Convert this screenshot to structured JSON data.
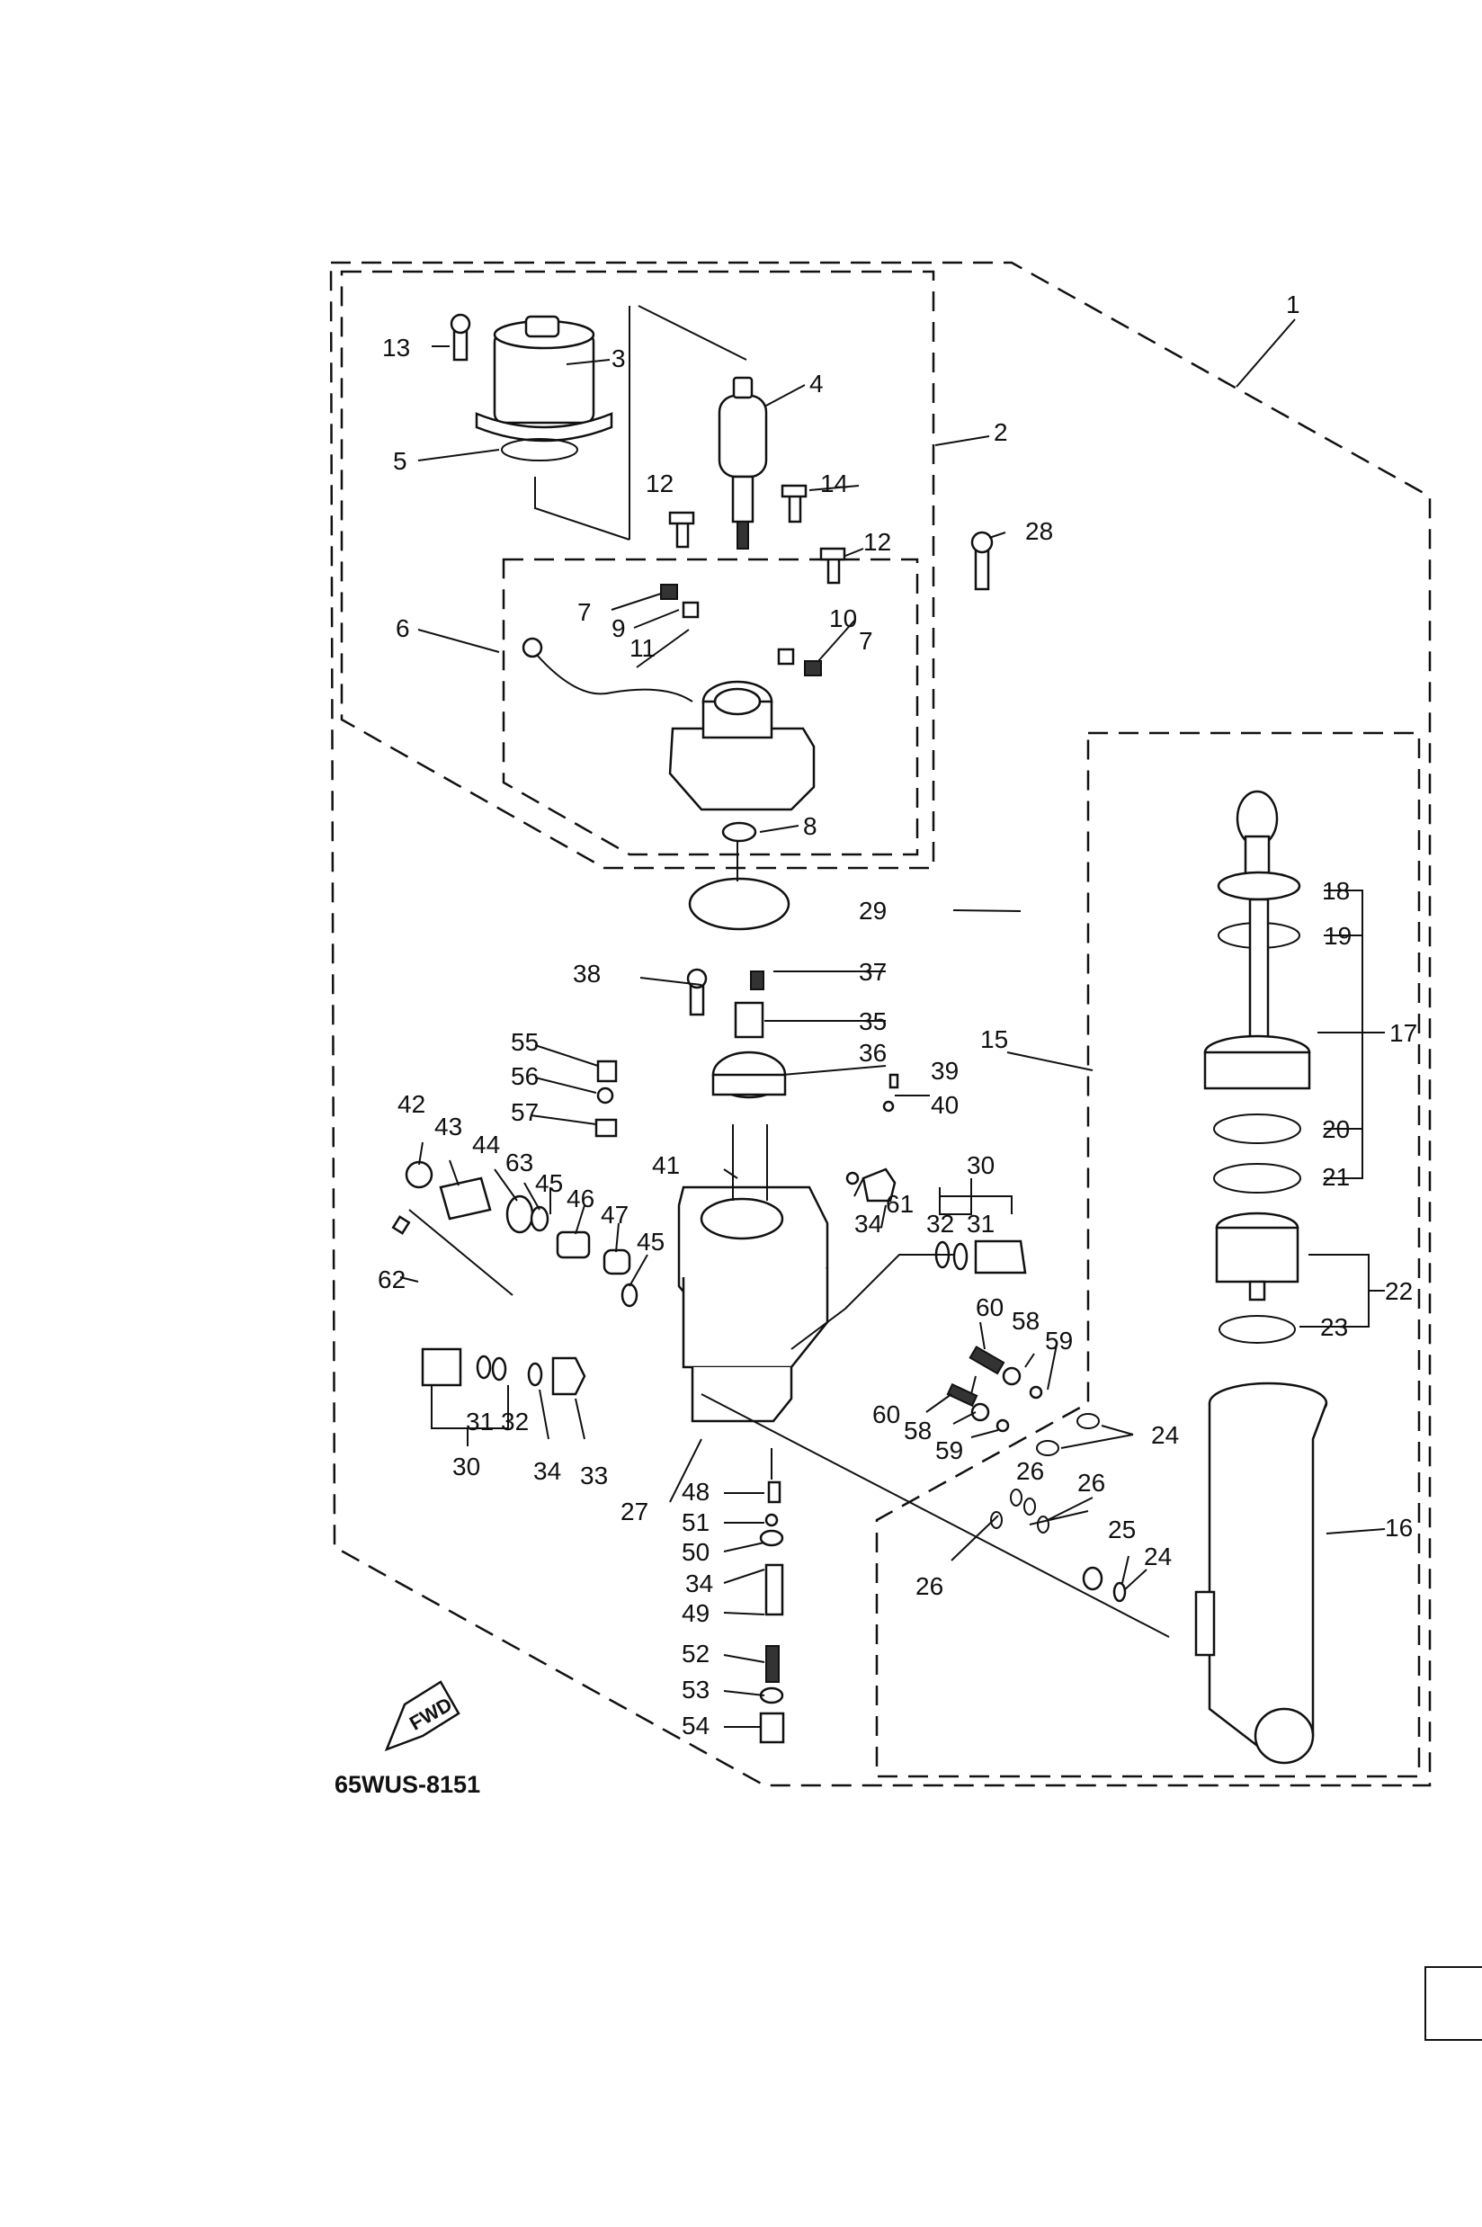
{
  "diagram": {
    "code": "65WUS-8151",
    "fwd_label": "FWD"
  },
  "labels": {
    "l1": "1",
    "l2": "2",
    "l3": "3",
    "l4": "4",
    "l5": "5",
    "l6": "6",
    "l7a": "7",
    "l7b": "7",
    "l8": "8",
    "l9": "9",
    "l10": "10",
    "l11": "11",
    "l12a": "12",
    "l12b": "12",
    "l13": "13",
    "l14": "14",
    "l15": "15",
    "l16": "16",
    "l17": "17",
    "l18": "18",
    "l19": "19",
    "l20": "20",
    "l21": "21",
    "l22": "22",
    "l23": "23",
    "l24a": "24",
    "l24b": "24",
    "l25": "25",
    "l26a": "26",
    "l26b": "26",
    "l26c": "26",
    "l27": "27",
    "l28": "28",
    "l29": "29",
    "l30a": "30",
    "l30b": "30",
    "l31a": "31",
    "l31b": "31",
    "l32a": "32",
    "l32b": "32",
    "l33": "33",
    "l34a": "34",
    "l34b": "34",
    "l34c": "34",
    "l35": "35",
    "l36": "36",
    "l37": "37",
    "l38": "38",
    "l39": "39",
    "l40": "40",
    "l41": "41",
    "l42": "42",
    "l43": "43",
    "l44": "44",
    "l45a": "45",
    "l45b": "45",
    "l46": "46",
    "l47": "47",
    "l48": "48",
    "l49": "49",
    "l50": "50",
    "l51": "51",
    "l52": "52",
    "l53": "53",
    "l54": "54",
    "l55": "55",
    "l56": "56",
    "l57": "57",
    "l58a": "58",
    "l58b": "58",
    "l59a": "59",
    "l59b": "59",
    "l60a": "60",
    "l60b": "60",
    "l61": "61",
    "l62": "62",
    "l63": "63"
  }
}
